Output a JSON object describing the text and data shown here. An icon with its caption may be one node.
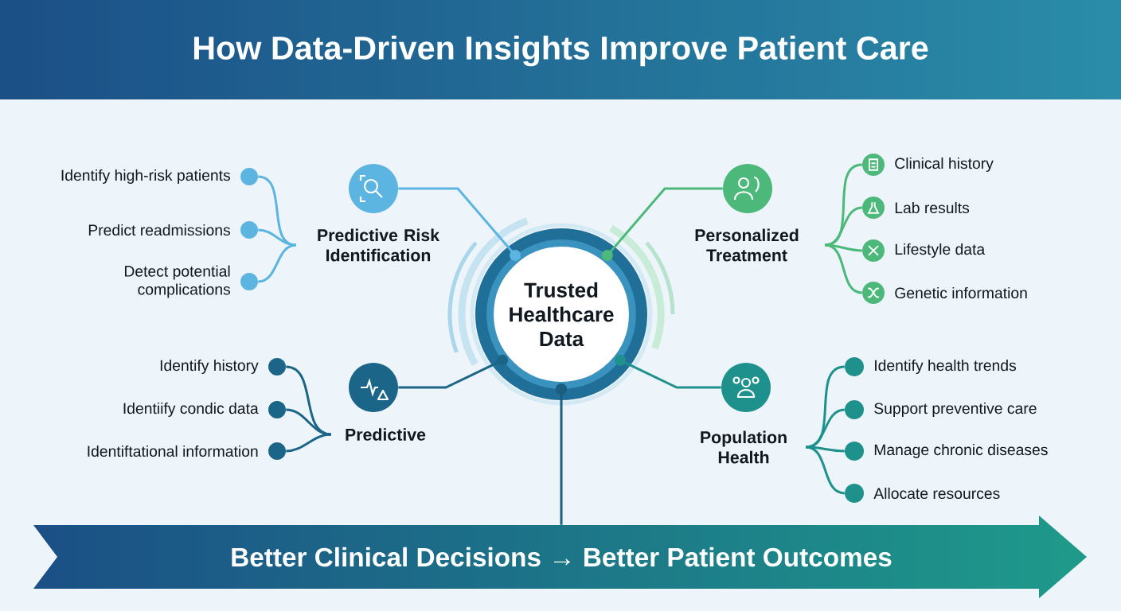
{
  "diagram": {
    "title": "How Data-Driven Insights Improve Patient Care",
    "nodes": [
      {
        "text": [
          "Trusted Healthcare Data"
        ]
      },
      {
        "text": [],
        "shape": "circle"
      },
      {
        "text": [
          "Predictive Risk Identification"
        ]
      },
      {
        "text": [],
        "shape": "circle",
        "beside": [
          "Identify high-risk patients"
        ]
      },
      {
        "text": [],
        "shape": "circle",
        "beside": [
          "Predict readmissions"
        ]
      },
      {
        "text": [],
        "shape": "circle",
        "beside": [
          "Detect potential complications"
        ]
      },
      {
        "text": [],
        "shape": "circle"
      },
      {
        "text": [
          "Personalized Treatment"
        ]
      },
      {
        "text": [],
        "shape": "circle",
        "beside": [
          "Clinical history"
        ]
      },
      {
        "text": [],
        "shape": "circle",
        "beside": [
          "Lab results"
        ]
      },
      {
        "text": [],
        "shape": "circle",
        "beside": [
          "Lifestyle data"
        ]
      },
      {
        "text": [],
        "shape": "circle",
        "beside": [
          "Genetic information"
        ]
      },
      {
        "text": [],
        "shape": "circle"
      },
      {
        "text": [
          "Predictive"
        ]
      },
      {
        "text": [],
        "shape": "circle",
        "beside": [
          "Identify history"
        ]
      },
      {
        "text": [],
        "shape": "circle",
        "beside": [
          "Identiify condic data"
        ]
      },
      {
        "text": [],
        "shape": "circle",
        "beside": [
          "Identiftational information"
        ]
      },
      {
        "text": [],
        "shape": "circle"
      },
      {
        "text": [
          "Population Health"
        ]
      },
      {
        "text": [],
        "shape": "circle",
        "beside": [
          "Identify health trends"
        ]
      },
      {
        "text": [],
        "shape": "circle",
        "beside": [
          "Support preventive care"
        ]
      },
      {
        "text": [],
        "shape": "circle",
        "beside": [
          "Manage chronic diseases"
        ]
      },
      {
        "text": [],
        "shape": "circle",
        "beside": [
          "Allocate resources"
        ]
      },
      {
        "text": [
          "Better Clinical Decisions → Better Patient Outcomes"
        ]
      }
    ],
    "edges": [
      {
        "from": 0,
        "to": 1,
        "arrow": "other",
        "color": "#5bb5e0"
      },
      {
        "from": 2,
        "to": 3,
        "arrow": "none",
        "color": "#5bb5e0"
      },
      {
        "from": 2,
        "to": 4,
        "arrow": "none",
        "color": "#5bb5e0"
      },
      {
        "from": 2,
        "to": 5,
        "arrow": "none",
        "color": "#5bb5e0"
      },
      {
        "from": 0,
        "to": 6,
        "arrow": "other",
        "color": "#4cb87a"
      },
      {
        "from": 7,
        "to": 8,
        "arrow": "none",
        "color": "#4cb87a"
      },
      {
        "from": 7,
        "to": 9,
        "arrow": "none",
        "color": "#4cb87a"
      },
      {
        "from": 7,
        "to": 10,
        "arrow": "none",
        "color": "#4cb87a"
      },
      {
        "from": 7,
        "to": 11,
        "arrow": "none",
        "color": "#4cb87a"
      },
      {
        "from": 0,
        "to": 12,
        "arrow": "other",
        "color": "#1b6688"
      },
      {
        "from": 13,
        "to": 14,
        "arrow": "none",
        "color": "#1b6688"
      },
      {
        "from": 13,
        "to": 15,
        "arrow": "none",
        "color": "#1b6688"
      },
      {
        "from": 13,
        "to": 16,
        "arrow": "none",
        "color": "#1b6688"
      },
      {
        "from": 0,
        "to": 17,
        "arrow": "other",
        "color": "#1e918d"
      },
      {
        "from": 18,
        "to": 19,
        "arrow": "none",
        "color": "#1e918d"
      },
      {
        "from": 18,
        "to": 20,
        "arrow": "none",
        "color": "#1e918d"
      },
      {
        "from": 18,
        "to": 21,
        "arrow": "none",
        "color": "#1e918d"
      },
      {
        "from": 18,
        "to": 22,
        "arrow": "none",
        "color": "#1e918d"
      },
      {
        "from": 0,
        "to": 23,
        "arrow": "other",
        "color": "#1a5f7f"
      }
    ]
  }
}
